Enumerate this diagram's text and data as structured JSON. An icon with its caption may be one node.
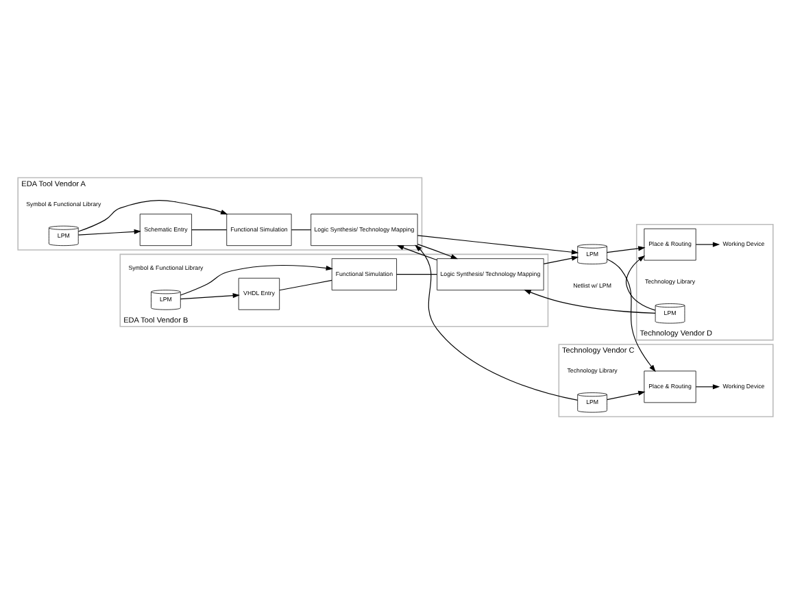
{
  "diagram": {
    "nodes": [
      {
        "text": [
          "EDA Tool Vendor A"
        ]
      },
      {
        "text": [
          "LPM"
        ],
        "in": 0,
        "beside": [
          "Symbol & Functional Library"
        ]
      },
      {
        "text": [
          "Schematic Entry"
        ],
        "in": 0
      },
      {
        "text": [
          "Functional Simulation"
        ],
        "in": 0
      },
      {
        "text": [
          "Logic Synthesis/ Technology Mapping"
        ],
        "in": 0
      },
      {
        "text": [
          "EDA Tool Vendor B"
        ]
      },
      {
        "text": [
          "VHDL Entry"
        ],
        "in": 5
      },
      {
        "text": [
          "Functional Simulation"
        ],
        "in": 5
      },
      {
        "text": [
          "Logic Synthesis/ Technology Mapping"
        ],
        "in": 5
      },
      {
        "text": [
          "LPM"
        ],
        "in": 5,
        "beside": [
          "Symbol & Functional Library"
        ]
      },
      {
        "text": [
          "LPM"
        ],
        "beside": [
          "Netlist w/ LPM"
        ]
      },
      {
        "text": [
          "Technology Vendor C"
        ]
      },
      {
        "text": [
          "LPM"
        ],
        "in": 11,
        "beside": [
          "Technology Library"
        ]
      },
      {
        "text": [
          "Place & Routing"
        ],
        "in": 11
      },
      {
        "text": [
          "Working Device"
        ],
        "in": 11
      },
      {
        "text": [
          "Technology Vendor D"
        ]
      },
      {
        "text": [
          "Place & Routing"
        ],
        "in": 15
      },
      {
        "text": [
          "Working Device"
        ],
        "in": 15
      },
      {
        "text": [
          "LPM"
        ],
        "in": 15,
        "beside": [
          "Technology Library"
        ]
      }
    ],
    "edges": [
      {
        "from": 1,
        "to": 2,
        "arrow": "to"
      },
      {
        "from": 1,
        "to": 3,
        "arrow": "to"
      },
      {
        "from": 2,
        "to": 3,
        "arrow": "none"
      },
      {
        "from": 3,
        "to": 4,
        "arrow": "none"
      },
      {
        "from": 12,
        "to": 4,
        "arrow": "to"
      },
      {
        "from": 12,
        "to": 13,
        "arrow": "to"
      },
      {
        "from": 13,
        "to": 14,
        "arrow": "to"
      },
      {
        "from": 4,
        "to": 8,
        "arrow": "to"
      },
      {
        "from": 8,
        "to": 4,
        "arrow": "to"
      },
      {
        "from": 4,
        "to": 10,
        "arrow": "to"
      },
      {
        "from": 8,
        "to": 10,
        "arrow": "to"
      },
      {
        "from": 10,
        "to": 13,
        "arrow": "to"
      },
      {
        "from": 10,
        "to": 16,
        "arrow": "to"
      },
      {
        "from": 16,
        "to": 17,
        "arrow": "to"
      },
      {
        "from": 18,
        "to": 16,
        "arrow": "to"
      },
      {
        "from": 18,
        "to": 8,
        "arrow": "to"
      },
      {
        "from": 9,
        "to": 6,
        "arrow": "to"
      },
      {
        "from": 9,
        "to": 7,
        "arrow": "to"
      },
      {
        "from": 6,
        "to": 7,
        "arrow": "none"
      },
      {
        "from": 7,
        "to": 8,
        "arrow": "none"
      }
    ]
  }
}
